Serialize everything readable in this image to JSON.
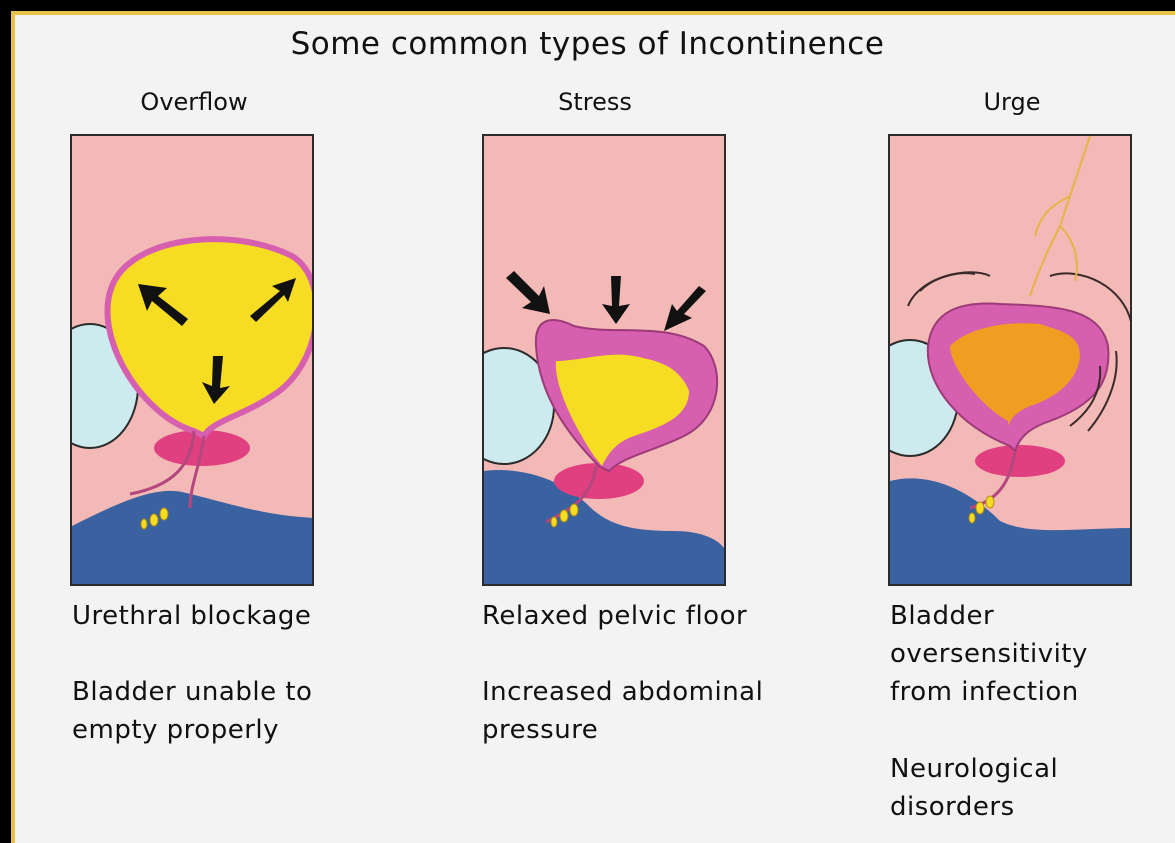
{
  "title": "Some common types of Incontinence",
  "colors": {
    "background": "#f3f3f3",
    "tissue": "#f2b9b6",
    "floor": "#3a62a0",
    "bladder_wall": "#d75fb0",
    "urine": "#f7dc24",
    "urine_urge": "#ef9e21",
    "pubic_bone": "#cdeaee",
    "sphincter": "#e0407f"
  },
  "panels": [
    {
      "heading": "Overflow",
      "captions": [
        "Urethral blockage",
        "Bladder unable to",
        "empty properly"
      ]
    },
    {
      "heading": "Stress",
      "captions": [
        "Relaxed pelvic floor",
        "Increased abdominal",
        "pressure"
      ]
    },
    {
      "heading": "Urge",
      "captions": [
        "Bladder",
        "oversensitivity",
        "from infection",
        "Neurological",
        "disorders"
      ]
    }
  ]
}
